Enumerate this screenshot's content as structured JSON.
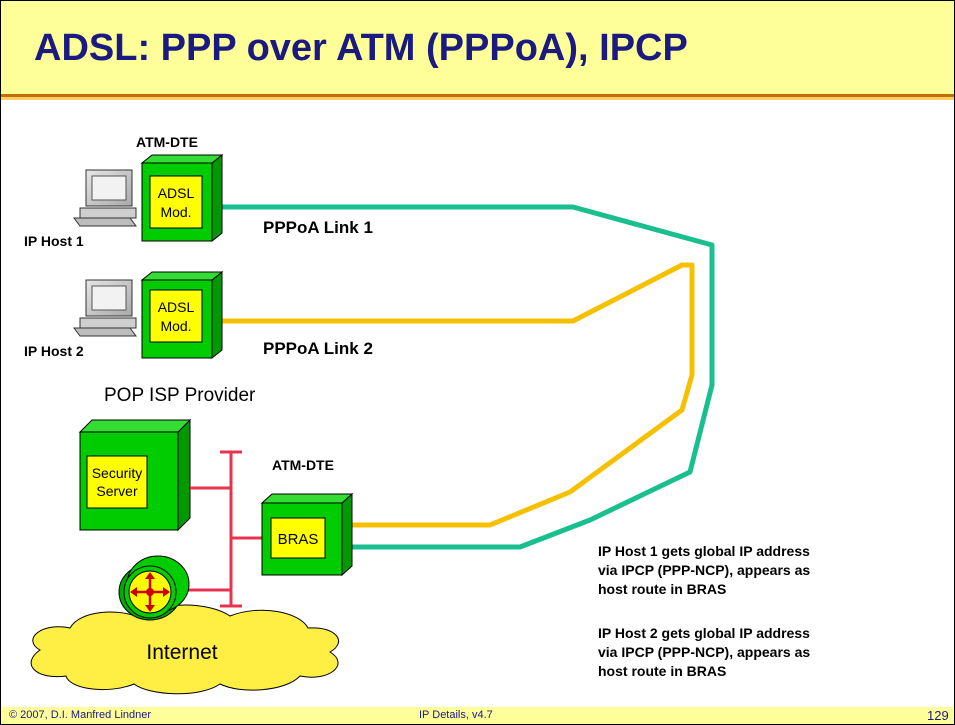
{
  "slide": {
    "title": "ADSL: PPP over ATM (PPPoA), IPCP"
  },
  "footer": {
    "left": "© 2007, D.I. Manfred Lindner",
    "center": "IP Details, v4.7",
    "page": "129"
  },
  "diagram": {
    "atm_dte_top": "ATM-DTE",
    "atm_dte_bottom": "ATM-DTE",
    "host1_label": "IP Host 1",
    "host2_label": "IP Host 2",
    "modem_line1": "ADSL",
    "modem_line2": "Mod.",
    "link1_label": "PPPoA Link 1",
    "link2_label": "PPPoA Link 2",
    "pop_label": "POP ISP Provider",
    "security_line1": "Security",
    "security_line2": "Server",
    "bras_label": "BRAS",
    "internet_label": "Internet",
    "note1": [
      "IP Host 1 gets global IP address",
      "via IPCP (PPP-NCP), appears as",
      "host route in BRAS"
    ],
    "note2": [
      "IP Host 2 gets global IP address",
      "via IPCP (PPP-NCP), appears as",
      "host route in BRAS"
    ]
  },
  "colors": {
    "title_bg": "#ffff99",
    "title_text": "#1a1a80",
    "box_green": "#00cc00",
    "box_yellow": "#ffff00",
    "link1": "#1abf8f",
    "link2": "#f5c000",
    "lan": "#e8334f",
    "cloud": "#ffee44"
  }
}
